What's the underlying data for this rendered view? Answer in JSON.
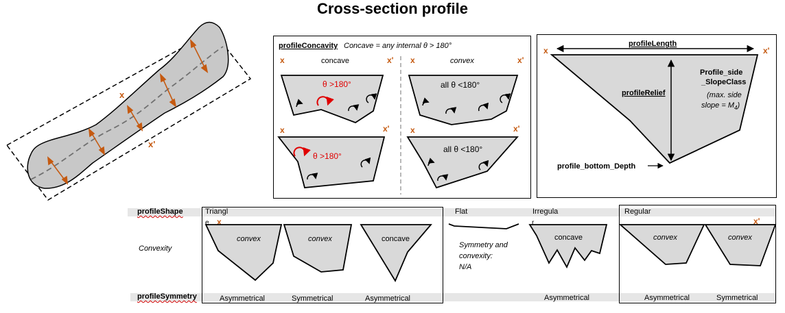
{
  "title": "Cross-section profile",
  "plan_view": {
    "x_label": "x",
    "x_prime_label": "x'"
  },
  "concavity_panel": {
    "field_name": "profileConcavity",
    "definition": "Concave = any internal θ > 180°",
    "col_concave": "concave",
    "col_convex": "convex",
    "x_label": "x",
    "x_prime_label": "x'",
    "angle_gt": "θ >180°",
    "angle_lt": "all θ <180°"
  },
  "dimensions_panel": {
    "length_label": "profileLength",
    "relief_label": "profileRelief",
    "side_class_line1": "Profile_side",
    "side_class_line2": "_SlopeClass",
    "side_note_line1": "(max. side",
    "side_note_line2": "slope = M",
    "side_note_sub": "4",
    "side_note_end": ")",
    "bottom_depth_label": "profile_bottom_Depth",
    "x_label": "x",
    "x_prime_label": "x'"
  },
  "table": {
    "shape_field": "profileShape",
    "convexity_label": "Convexity",
    "symmetry_field": "profileSymmetry",
    "triangle_label": "Triangl",
    "triangle_wrap": "e",
    "flat_label": "Flat",
    "irregular_label": "Irregula",
    "irregular_wrap": "r",
    "regular_label": "Regular",
    "x_label": "x",
    "x_prime_label": "x'",
    "convex": "convex",
    "concave": "concave",
    "flat_note_line1": "Symmetry and",
    "flat_note_line2": "convexity:",
    "flat_note_line3": "N/A",
    "symmetry_values": [
      "Asymmetrical",
      "Symmetrical",
      "Asymmetrical",
      "Asymmetrical",
      "Asymmetrical",
      "Symmetrical"
    ]
  }
}
